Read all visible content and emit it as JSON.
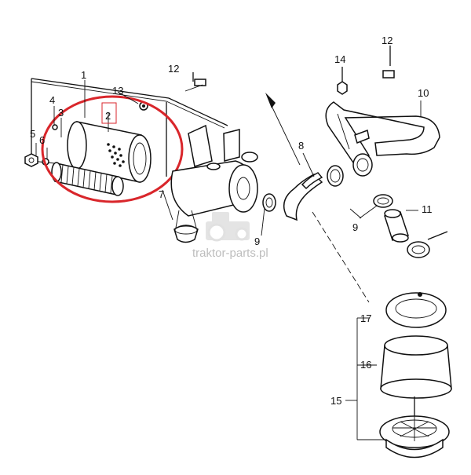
{
  "diagram": {
    "callouts": [
      {
        "id": "c1",
        "label": "1"
      },
      {
        "id": "c2",
        "label": "2"
      },
      {
        "id": "c3",
        "label": "3"
      },
      {
        "id": "c4",
        "label": "4"
      },
      {
        "id": "c5",
        "label": "5"
      },
      {
        "id": "c6",
        "label": "6"
      },
      {
        "id": "c7",
        "label": "7"
      },
      {
        "id": "c8",
        "label": "8"
      },
      {
        "id": "c9a",
        "label": "9"
      },
      {
        "id": "c9b",
        "label": "9"
      },
      {
        "id": "c10",
        "label": "10"
      },
      {
        "id": "c11",
        "label": "11"
      },
      {
        "id": "c12a",
        "label": "12"
      },
      {
        "id": "c12b",
        "label": "12"
      },
      {
        "id": "c13",
        "label": "13"
      },
      {
        "id": "c14",
        "label": "14"
      },
      {
        "id": "c15",
        "label": "15"
      },
      {
        "id": "c16",
        "label": "16"
      },
      {
        "id": "c17",
        "label": "17"
      }
    ],
    "highlight_color": "#d9262b",
    "line_color": "#111111"
  },
  "watermark": {
    "text": "traktor-parts.pl",
    "icon": "tractor-icon"
  }
}
